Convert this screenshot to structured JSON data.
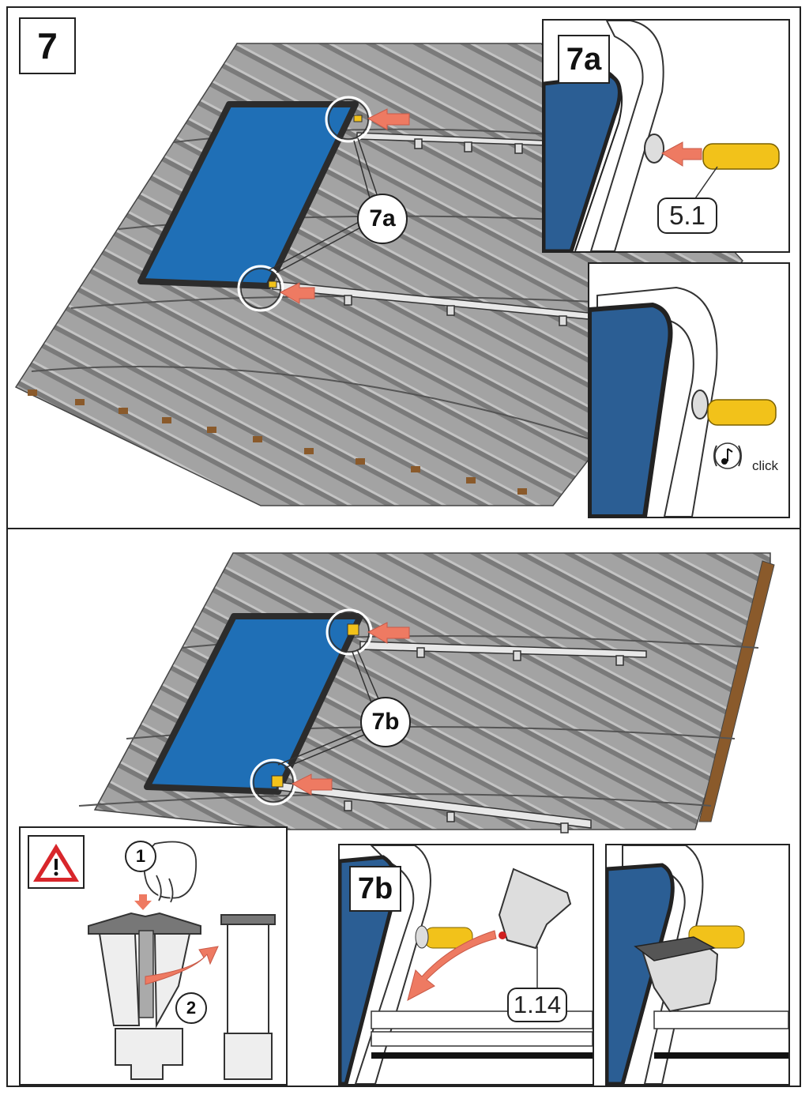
{
  "step": {
    "number": "7"
  },
  "top_scene": {
    "callout_label": "7a",
    "inset_label": "7a",
    "part_label": "5.1",
    "click_text": "click"
  },
  "bottom_scene": {
    "callout_label": "7b",
    "inset_label": "7b",
    "part_label": "1.14",
    "warning_steps": [
      "1",
      "2"
    ]
  },
  "icons": [
    "warning-triangle-icon",
    "music-note-icon",
    "arrow-icon"
  ],
  "colors": {
    "roof": "#9a9a9a",
    "roof_dark": "#6f6f6f",
    "panel_blue": "#1f6fb6",
    "panel_frame": "#2c2c2c",
    "arrow": "#ee7a62",
    "connector_yellow": "#f2c21a",
    "warning_red": "#d8262b",
    "clamp_red": "#e02020",
    "eave_brown": "#8a5a2b"
  }
}
